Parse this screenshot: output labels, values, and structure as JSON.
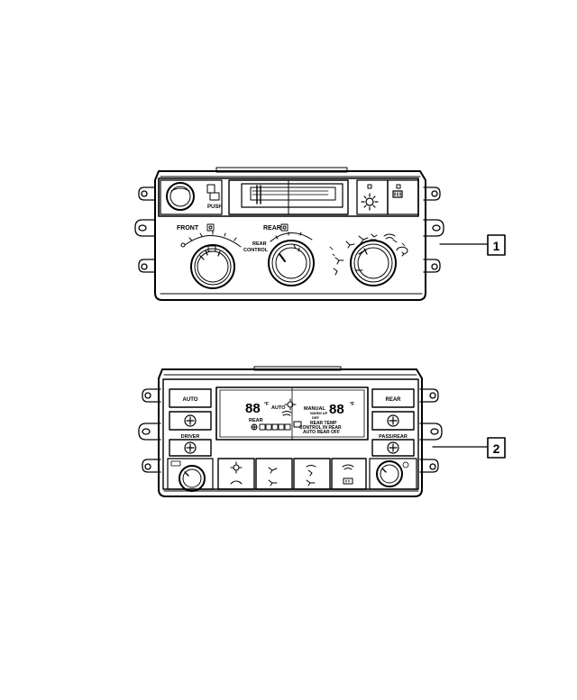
{
  "callouts": [
    {
      "number": "1",
      "part": "manual-hvac-control"
    },
    {
      "number": "2",
      "part": "automatic-hvac-control"
    }
  ],
  "panel1": {
    "push_label": "PUSH",
    "front_label": "FRONT",
    "rear_label": "REAR",
    "rear_control_line1": "REAR",
    "rear_control_line2": "CONTROL"
  },
  "panel2": {
    "auto_label": "AUTO",
    "rear_label": "REAR",
    "driver_label": "DRIVER",
    "pass_rear_label": "PASS/REAR",
    "display_left_digits": "88",
    "display_right_digits": "88",
    "unit_f": "°F",
    "display_auto": "AUTO",
    "display_manual": "MANUAL",
    "display_warmup": "WARM UP",
    "display_defog": "DEF",
    "display_rear": "REAR",
    "display_rear_temp": "REAR TEMP",
    "display_control_in_rear": "CONTROL IN REAR",
    "display_auto_rear_off": "AUTO REAR OFF"
  },
  "icons": [
    "knob-icon",
    "fan-icon",
    "sun-icon",
    "rear-defrost-icon",
    "defrost-icon",
    "floor-vent-icon",
    "panel-vent-icon",
    "bi-level-icon",
    "recirculation-icon",
    "plus-icon"
  ]
}
